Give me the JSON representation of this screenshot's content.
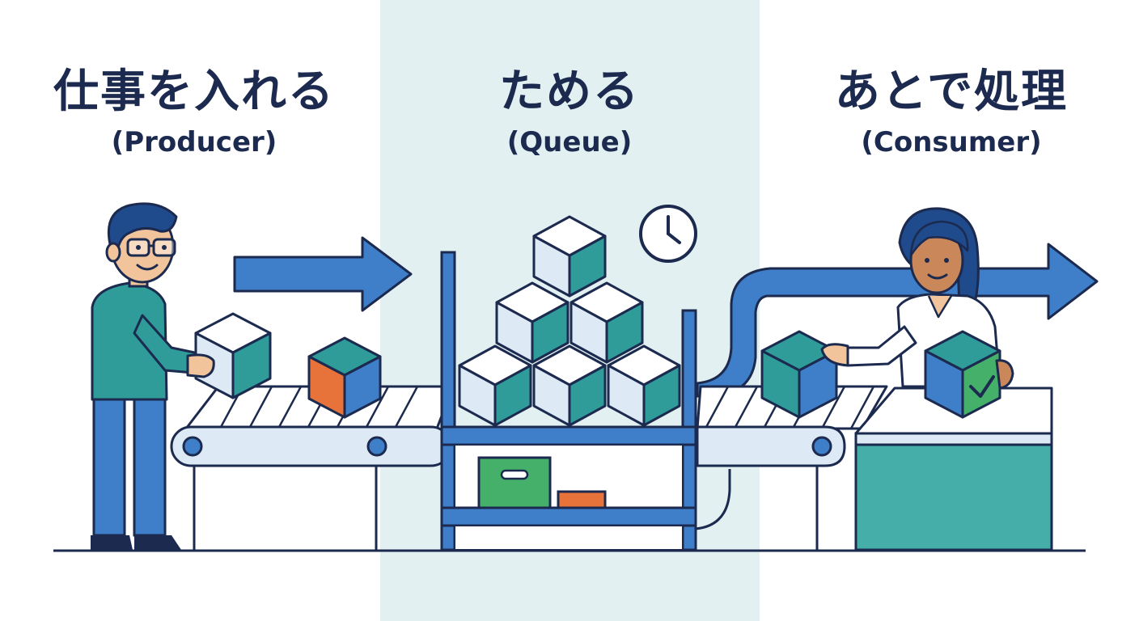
{
  "producer": {
    "title": "仕事を入れる",
    "subtitle": "(Producer)"
  },
  "queue": {
    "title": "ためる",
    "subtitle": "(Queue)"
  },
  "consumer": {
    "title": "あとで処理",
    "subtitle": "(Consumer)"
  },
  "colors": {
    "navy": "#1b2a4e",
    "blue": "#3f7fc9",
    "teal": "#2f9c9a",
    "light_box": "#dde9f4",
    "orange": "#e8733a",
    "green": "#44b06a",
    "queue_band": "#e3f0f2"
  },
  "icons": [
    "clock-icon",
    "checkmark-icon",
    "arrow-right-icon"
  ]
}
